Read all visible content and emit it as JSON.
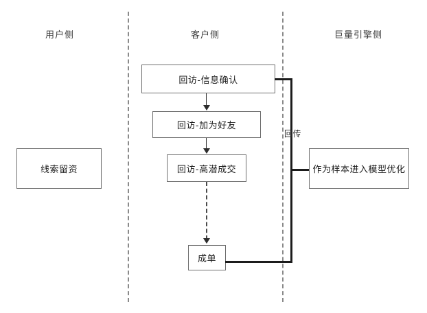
{
  "diagram": {
    "lanes": [
      {
        "id": "user",
        "label": "用户侧"
      },
      {
        "id": "client",
        "label": "客户侧"
      },
      {
        "id": "engine",
        "label": "巨量引擎侧"
      }
    ],
    "nodes": [
      {
        "id": "lead",
        "label": "线索留资",
        "lane": "user"
      },
      {
        "id": "confirm",
        "label": "回访-信息确认",
        "lane": "client"
      },
      {
        "id": "friend",
        "label": "回访-加为好友",
        "lane": "client"
      },
      {
        "id": "deal",
        "label": "回访-高潜成交",
        "lane": "client"
      },
      {
        "id": "order",
        "label": "成单",
        "lane": "client"
      },
      {
        "id": "model",
        "label": "作为样本进入模型优化",
        "lane": "engine"
      }
    ],
    "edges": [
      {
        "from": "confirm",
        "to": "friend",
        "style": "solid",
        "label": ""
      },
      {
        "from": "friend",
        "to": "deal",
        "style": "solid",
        "label": ""
      },
      {
        "from": "deal",
        "to": "order",
        "style": "dashed",
        "label": ""
      },
      {
        "from": "confirm",
        "to": "model",
        "style": "solid",
        "label": "回传"
      },
      {
        "from": "order",
        "to": "model",
        "style": "solid",
        "label": "回传"
      }
    ],
    "edge_labels": {
      "feedback": "回传"
    },
    "colors": {
      "background": "#ffffff",
      "node_border": "#6d6d6d",
      "node_text": "#1c1c1c",
      "divider": "#8a8a8a",
      "connector": "#2c2c2c",
      "header_text": "#3b3b3b"
    }
  }
}
